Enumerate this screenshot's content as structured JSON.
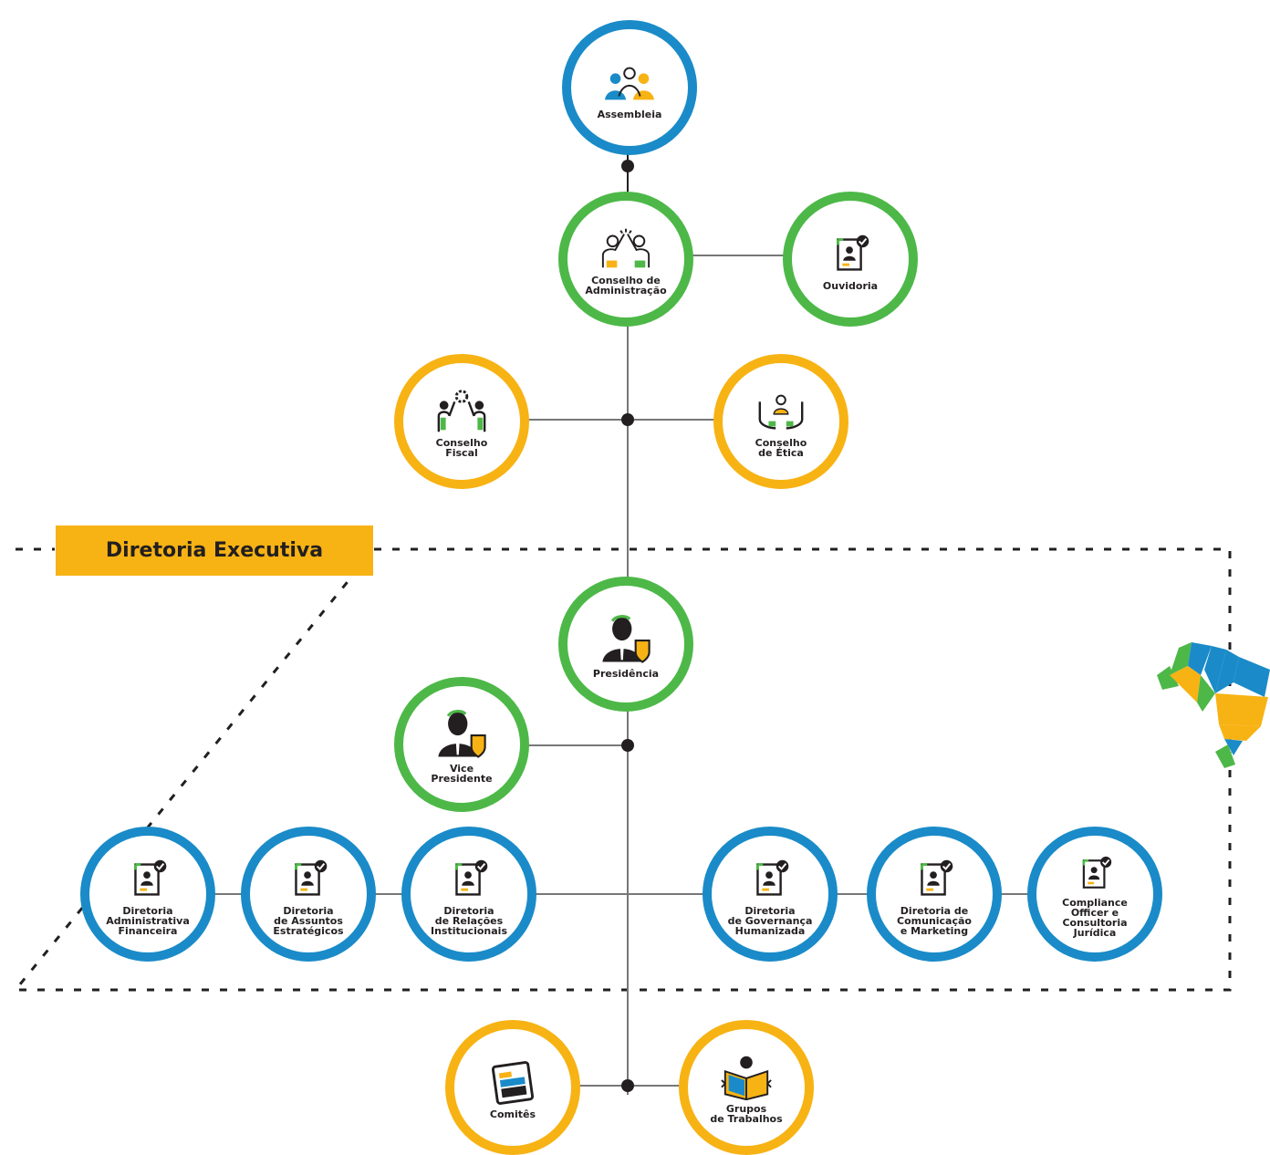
{
  "diagram": {
    "section_label": "Diretoria Executiva",
    "nodes": {
      "assembleia": "Assembleia",
      "conselho_administracao": "Conselho de\nAdministração",
      "ouvidoria": "Ouvidoria",
      "conselho_fiscal": "Conselho\nFiscal",
      "conselho_etica": "Conselho\nde Ética",
      "presidencia": "Presidência",
      "vice_presidente": "Vice\nPresidente",
      "dir_adm_financeira": "Diretoria\nAdministrativa\nFinanceira",
      "dir_assuntos_estrategicos": "Diretoria\nde Assuntos\nEstratégicos",
      "dir_relacoes_institucionais": "Diretoria\nde Relações\nInstitucionais",
      "dir_governanca_humanizada": "Diretoria\nde Governança\nHumanizada",
      "dir_comunicacao_marketing": "Diretoria de\nComunicação\ne Marketing",
      "compliance": "Compliance\nOfficer e\nConsultoria\nJurídica",
      "comites": "Comitês",
      "grupos_trabalhos": "Grupos\nde Trabalhos"
    },
    "colors": {
      "blue": "#1a8bc8",
      "green": "#4db848",
      "yellow": "#f7b314",
      "line": "#777777",
      "dark": "#231f20"
    }
  }
}
